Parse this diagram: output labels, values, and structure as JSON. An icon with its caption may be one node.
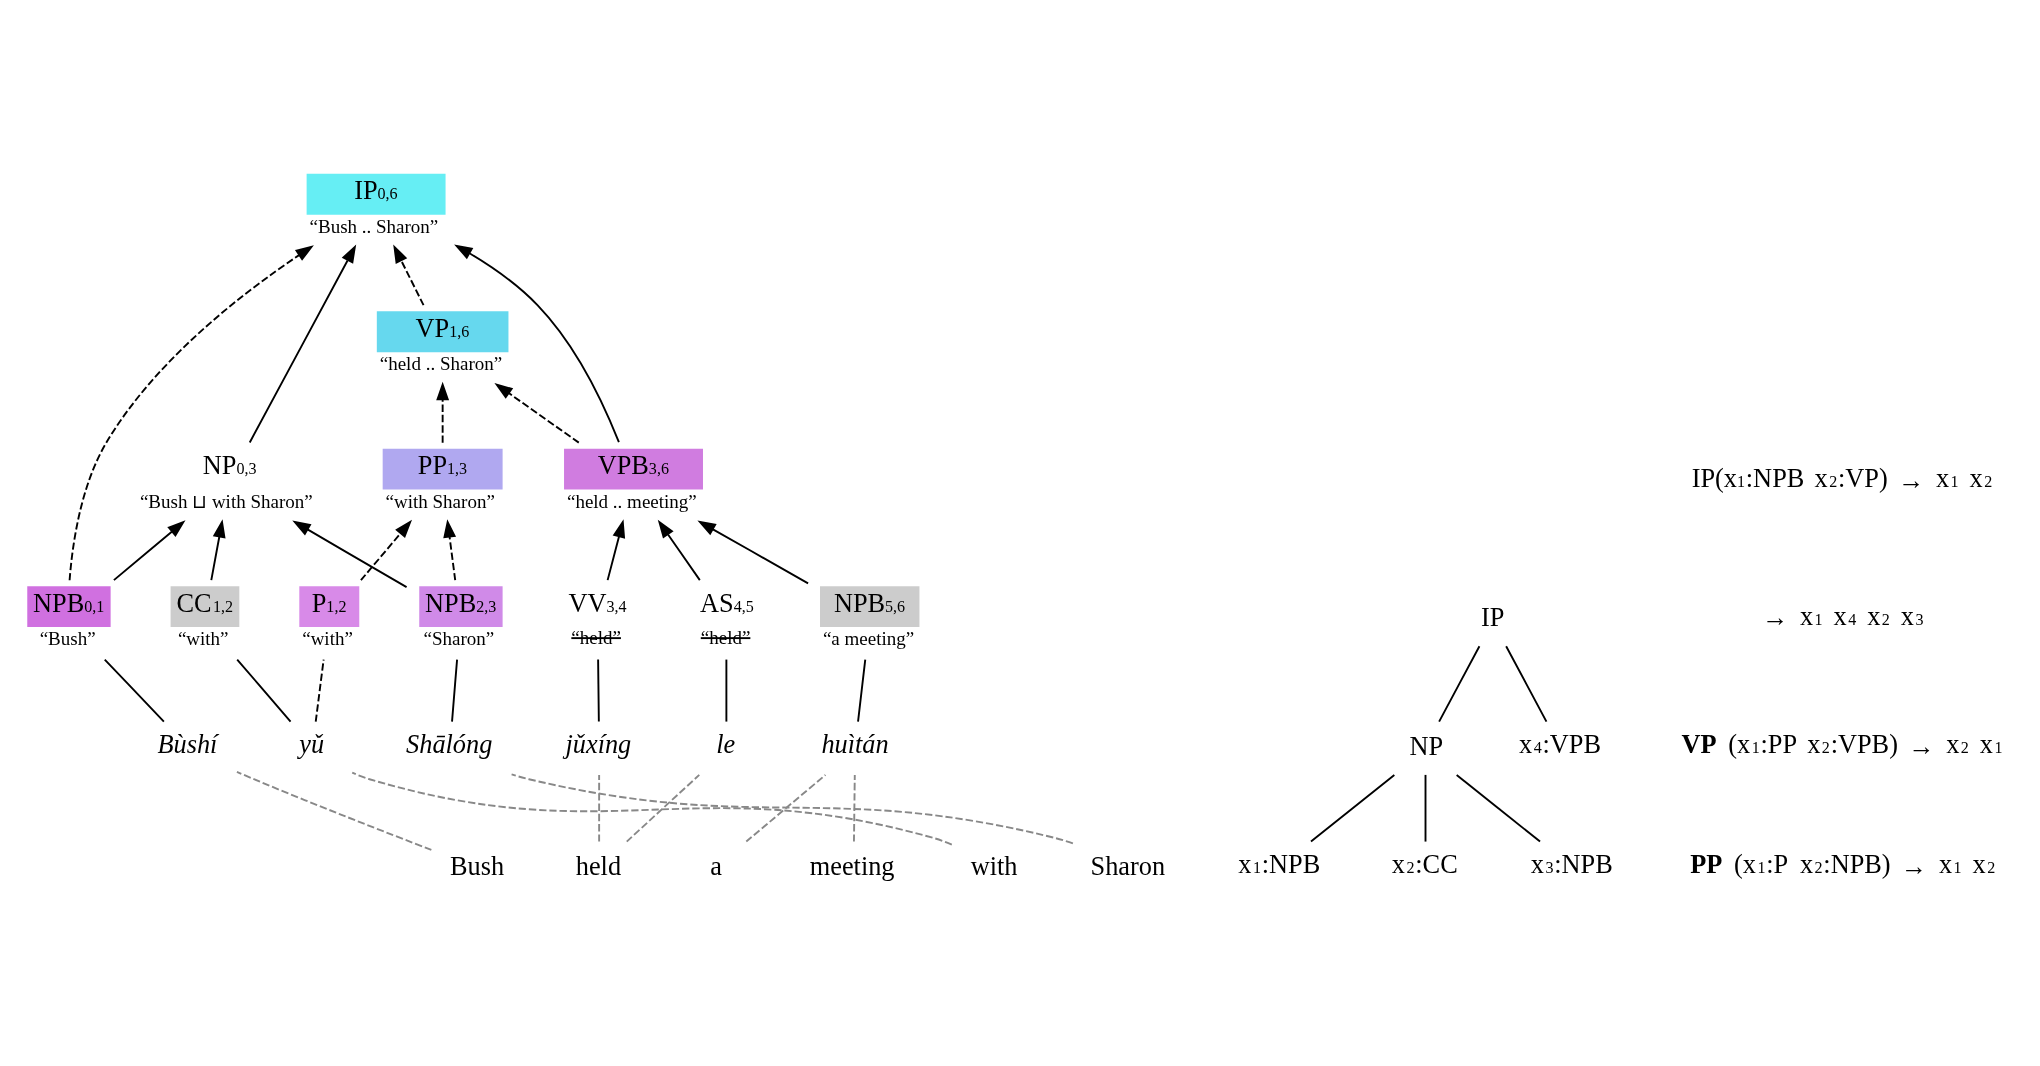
{
  "diagram": {
    "nodes": [
      {
        "text": [
          "IP$_{0,6}$",
          "“Bush .. Sharon”"
        ]
      },
      {
        "text": [
          "NP$_{0,3}$",
          "“Bush ⊔ with Sharon”"
        ]
      },
      {
        "text": [
          "VP$_{1,6}$",
          "“held .. Sharon”"
        ]
      },
      {
        "text": [
          "PP$_{1,3}$",
          "“with Sharon”"
        ]
      },
      {
        "text": [
          "VPB$_{3,6}$",
          "“held .. meeting”"
        ]
      },
      {
        "text": [
          "NPB$_{0,1}$",
          "“Bush”"
        ]
      },
      {
        "text": [
          "CC$_{1,2}$",
          "“with”"
        ]
      },
      {
        "text": [
          "P$_{1,2}$",
          "“with”"
        ]
      },
      {
        "text": [
          "NPB$_{2,3}$",
          "“Sharon”"
        ]
      },
      {
        "text": [
          "VV$_{3,4}$",
          "“held”"
        ]
      },
      {
        "text": [
          "AS$_{4,5}$",
          "“held”"
        ]
      },
      {
        "text": [
          "NPB$_{5,6}$",
          "“a meeting”"
        ]
      },
      {
        "text": [
          "Bùshí"
        ]
      },
      {
        "text": [
          "yǔ"
        ]
      },
      {
        "text": [
          "Shālóng"
        ]
      },
      {
        "text": [
          "jǔxíng"
        ]
      },
      {
        "text": [
          "le"
        ]
      },
      {
        "text": [
          "huìtán"
        ]
      },
      {
        "text": [
          "Bush"
        ]
      },
      {
        "text": [
          "held"
        ]
      },
      {
        "text": [
          "a"
        ]
      },
      {
        "text": [
          "meeting"
        ]
      },
      {
        "text": [
          "with"
        ]
      },
      {
        "text": [
          "Sharon"
        ]
      },
      {
        "text": [
          "IP"
        ]
      },
      {
        "text": [
          "NP"
        ]
      },
      {
        "text": [
          "x$_{4}$:VPB"
        ]
      },
      {
        "text": [
          "x$_{1}$:NPB"
        ]
      },
      {
        "text": [
          "x$_{2}$:CC"
        ]
      },
      {
        "text": [
          "x$_{3}$:NPB"
        ]
      }
    ],
    "edges": [
      {
        "from": 5,
        "to": 0,
        "arrow": "to",
        "style": "dashed"
      },
      {
        "from": 2,
        "to": 0,
        "arrow": "to",
        "style": "dashed"
      },
      {
        "from": 1,
        "to": 0,
        "arrow": "to"
      },
      {
        "from": 4,
        "to": 0,
        "arrow": "to"
      },
      {
        "from": 5,
        "to": 1,
        "arrow": "to"
      },
      {
        "from": 6,
        "to": 1,
        "arrow": "to"
      },
      {
        "from": 8,
        "to": 1,
        "arrow": "to"
      },
      {
        "from": 3,
        "to": 2,
        "arrow": "to",
        "style": "dashed"
      },
      {
        "from": 4,
        "to": 2,
        "arrow": "to",
        "style": "dashed"
      },
      {
        "from": 7,
        "to": 3,
        "arrow": "to",
        "style": "dashed"
      },
      {
        "from": 8,
        "to": 3,
        "arrow": "to",
        "style": "dashed"
      },
      {
        "from": 9,
        "to": 4,
        "arrow": "to"
      },
      {
        "from": 10,
        "to": 4,
        "arrow": "to"
      },
      {
        "from": 11,
        "to": 4,
        "arrow": "to"
      },
      {
        "from": 12,
        "to": 5,
        "arrow": "none"
      },
      {
        "from": 13,
        "to": 6,
        "arrow": "none"
      },
      {
        "from": 13,
        "to": 7,
        "arrow": "none",
        "style": "dashed"
      },
      {
        "from": 14,
        "to": 8,
        "arrow": "none"
      },
      {
        "from": 15,
        "to": 9,
        "arrow": "none"
      },
      {
        "from": 16,
        "to": 10,
        "arrow": "none"
      },
      {
        "from": 17,
        "to": 11,
        "arrow": "none"
      },
      {
        "from": 18,
        "to": 12,
        "arrow": "none",
        "style": "dashed",
        "color": "#888888"
      },
      {
        "from": 22,
        "to": 13,
        "arrow": "none",
        "style": "dashed",
        "color": "#888888"
      },
      {
        "from": 23,
        "to": 14,
        "arrow": "none",
        "style": "dashed",
        "color": "#888888"
      },
      {
        "from": 19,
        "to": 15,
        "arrow": "none",
        "style": "dashed",
        "color": "#888888"
      },
      {
        "from": 19,
        "to": 16,
        "arrow": "none",
        "style": "dashed",
        "color": "#888888"
      },
      {
        "from": 20,
        "to": 17,
        "arrow": "none",
        "style": "dashed",
        "color": "#888888"
      },
      {
        "from": 21,
        "to": 17,
        "arrow": "none",
        "style": "dashed",
        "color": "#888888"
      },
      {
        "from": 25,
        "to": 24,
        "arrow": "none"
      },
      {
        "from": 26,
        "to": 24,
        "arrow": "none"
      },
      {
        "from": 27,
        "to": 25,
        "arrow": "none"
      },
      {
        "from": 28,
        "to": 25,
        "arrow": "none"
      },
      {
        "from": 29,
        "to": 25,
        "arrow": "none"
      }
    ],
    "labels": [
      "IP(x$_{1}$:NPB x$_{2}$:VP) → x$_{1}$ x$_{2}$",
      "→ x$_{1}$ x$_{4}$ x$_{2}$ x$_{3}$",
      "**VP** (x$_{1}$:PP x$_{2}$:VPB) → x$_{2}$ x$_{1}$",
      "**PP** (x$_{1}$:P x$_{2}$:NPB) → x$_{1}$ x$_{2}$"
    ]
  }
}
